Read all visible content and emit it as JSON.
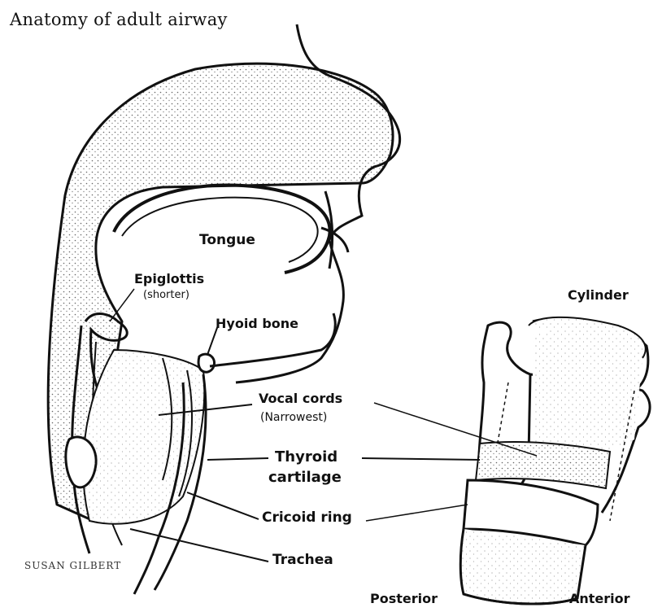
{
  "title": "Anatomy of adult airway",
  "credit": "SUSAN GILBERT",
  "labels": {
    "tongue": "Tongue",
    "epiglottis": "Epiglottis",
    "epiglottis_note": "(shorter)",
    "hyoid_bone": "Hyoid bone",
    "vocal_cords": "Vocal cords",
    "vocal_cords_note": "(Narrowest)",
    "thyroid_line1": "Thyroid",
    "thyroid_line2": "cartilage",
    "cricoid_ring": "Cricoid ring",
    "trachea": "Trachea",
    "cylinder": "Cylinder",
    "posterior": "Posterior",
    "anterior": "Anterior"
  }
}
